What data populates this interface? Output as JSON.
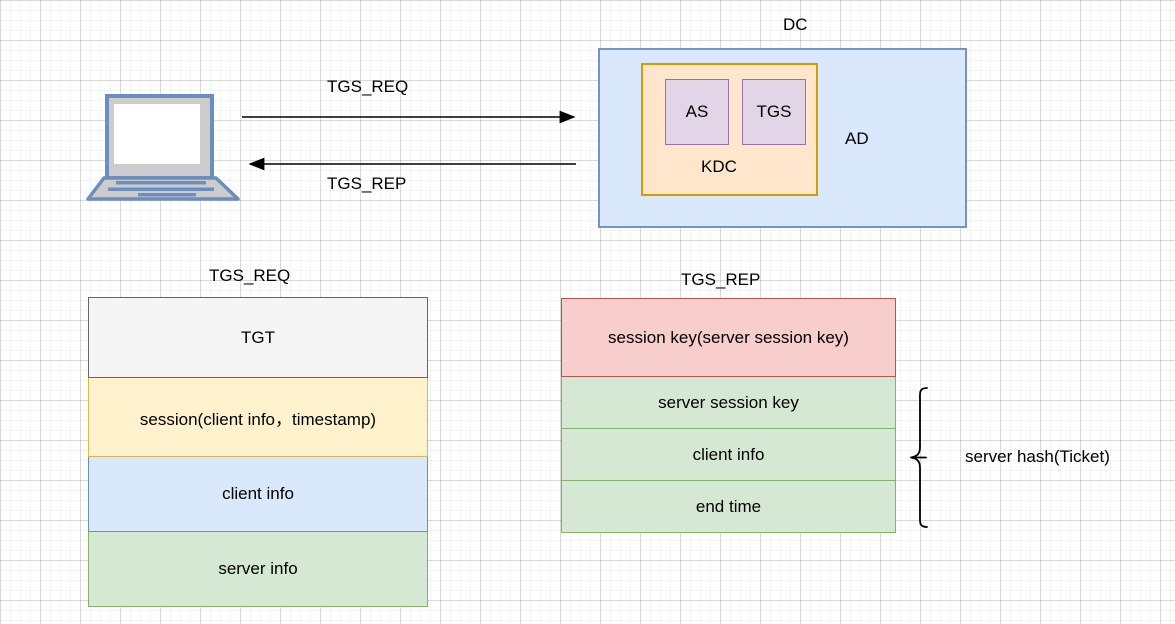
{
  "diagram": {
    "title_dc": "DC",
    "ad_label": "AD",
    "kdc_label": "KDC",
    "services": [
      {
        "name": "AS"
      },
      {
        "name": "TGS"
      }
    ],
    "client": {
      "icon": "laptop-icon"
    },
    "arrows": [
      {
        "label": "TGS_REQ",
        "direction": "right"
      },
      {
        "label": "TGS_REP",
        "direction": "left"
      }
    ],
    "packets": [
      {
        "title": "TGS_REQ",
        "rows": [
          {
            "text": "TGT",
            "fill": "#f5f5f5",
            "stroke": "#666666"
          },
          {
            "text": "session(client info，timestamp)",
            "fill": "#fff2cc",
            "stroke": "#d6b656"
          },
          {
            "text": "client info",
            "fill": "#dae8fc",
            "stroke": "#6c8ebf"
          },
          {
            "text": "server info",
            "fill": "#d5e8d4",
            "stroke": "#82b366"
          }
        ]
      },
      {
        "title": "TGS_REP",
        "rows": [
          {
            "text": "session key(server session key)",
            "fill": "#f8cecc",
            "stroke": "#b85450"
          },
          {
            "text": "server session key",
            "fill": "#d5e8d4",
            "stroke": "#82b366"
          },
          {
            "text": "client info",
            "fill": "#d5e8d4",
            "stroke": "#82b366"
          },
          {
            "text": "end time",
            "fill": "#d5e8d4",
            "stroke": "#82b366"
          }
        ],
        "brace_label": "server hash(Ticket)"
      }
    ],
    "colors": {
      "blue_fill": "#dae8fc",
      "blue_stroke": "#6c8ebf",
      "orange_fill": "#ffe6cc",
      "orange_stroke": "#d79b00",
      "purple_fill": "#e1d5e7",
      "purple_stroke": "#9673a6",
      "green_fill": "#d5e8d4",
      "green_stroke": "#82b366",
      "red_fill": "#f8cecc",
      "red_stroke": "#b85450",
      "yellow_fill": "#fff2cc",
      "yellow_stroke": "#d6b656",
      "gray_fill": "#f5f5f5",
      "gray_stroke": "#666666"
    }
  }
}
